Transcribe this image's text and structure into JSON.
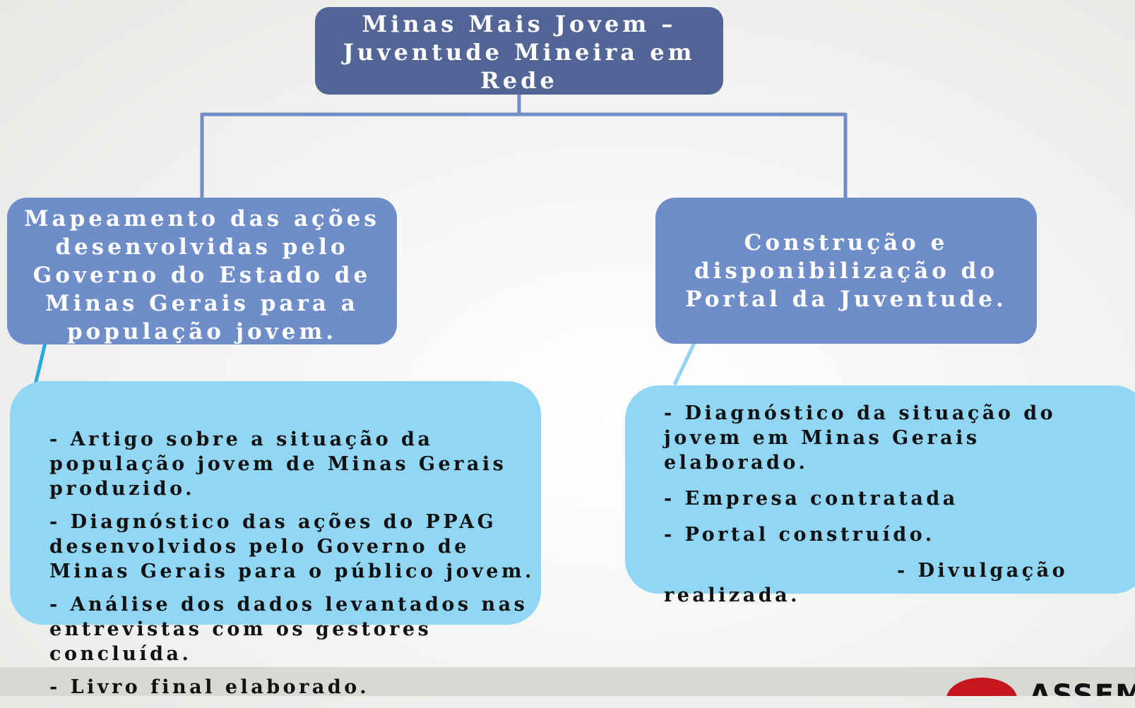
{
  "root": {
    "title": "Minas Mais Jovem – Juventude Mineira em Rede"
  },
  "branches": {
    "left": {
      "title": "Mapeamento das ações desenvolvidas pelo Governo do Estado de Minas Gerais para a população jovem.",
      "items": [
        "- Artigo sobre a situação da população jovem de Minas Gerais produzido.",
        "- Diagnóstico das ações do PPAG desenvolvidos pelo Governo de Minas Gerais para o público jovem.",
        "- Análise dos dados levantados nas entrevistas com os gestores concluída.",
        "- Livro final elaborado."
      ]
    },
    "right": {
      "title": "Construção e disponibilização do Portal da Juventude.",
      "items": [
        "- Diagnóstico da situação do jovem em Minas Gerais elaborado.",
        "- Empresa contratada",
        "- Portal construído.",
        "- Divulgação realizada."
      ]
    }
  },
  "colors": {
    "root_fill": "#526596",
    "branch_fill": "#6f8ec9",
    "detail_fill": "#91d7f5",
    "connector": "#6f8ec9",
    "detail_connector": "#29a9e0",
    "logo_red": "#c4161c"
  },
  "logo": {
    "text": "ASSEMBL"
  }
}
